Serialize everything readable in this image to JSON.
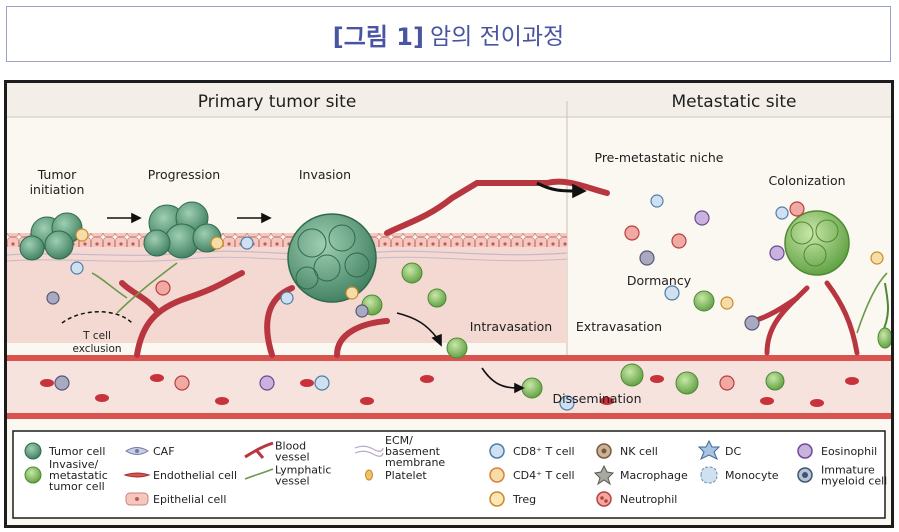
{
  "title": {
    "prefix": "[그림 1]",
    "text": "암의 전이과정"
  },
  "sections": {
    "primary": "Primary tumor site",
    "metastatic": "Metastatic site"
  },
  "stages": {
    "tumor_initiation_1": "Tumor",
    "tumor_initiation_2": "initiation",
    "progression": "Progression",
    "invasion": "Invasion",
    "pre_metastatic_niche": "Pre-metastatic niche",
    "colonization": "Colonization",
    "dormancy": "Dormancy",
    "intravasation": "Intravasation",
    "extravasation": "Extravasation",
    "dissemination": "Dissemination",
    "t_cell_exclusion_1": "T cell",
    "t_cell_exclusion_2": "exclusion"
  },
  "legend": [
    {
      "lines": [
        "Tumor cell"
      ],
      "icon": "tumor-cell-icon"
    },
    {
      "lines": [
        "Invasive/",
        "metastatic",
        "tumor cell"
      ],
      "icon": "invasive-tumor-cell-icon"
    },
    {
      "lines": [
        "CAF"
      ],
      "icon": "caf-icon"
    },
    {
      "lines": [
        "Endothelial cell"
      ],
      "icon": "endothelial-cell-icon"
    },
    {
      "lines": [
        "Epithelial cell"
      ],
      "icon": "epithelial-cell-icon"
    },
    {
      "lines": [
        "Blood",
        "vessel"
      ],
      "icon": "blood-vessel-icon"
    },
    {
      "lines": [
        "Lymphatic",
        "vessel"
      ],
      "icon": "lymphatic-vessel-icon"
    },
    {
      "lines": [
        "ECM/",
        "basement",
        "membrane"
      ],
      "icon": "ecm-icon"
    },
    {
      "lines": [
        "Platelet"
      ],
      "icon": "platelet-icon"
    },
    {
      "lines": [
        "CD8⁺ T cell"
      ],
      "icon": "cd8-t-cell-icon"
    },
    {
      "lines": [
        "CD4⁺ T cell"
      ],
      "icon": "cd4-t-cell-icon"
    },
    {
      "lines": [
        "Treg"
      ],
      "icon": "treg-icon"
    },
    {
      "lines": [
        "NK cell"
      ],
      "icon": "nk-cell-icon"
    },
    {
      "lines": [
        "Macrophage"
      ],
      "icon": "macrophage-icon"
    },
    {
      "lines": [
        "Neutrophil"
      ],
      "icon": "neutrophil-icon"
    },
    {
      "lines": [
        "DC"
      ],
      "icon": "dc-icon"
    },
    {
      "lines": [
        "Monocyte"
      ],
      "icon": "monocyte-icon"
    },
    {
      "lines": [
        "Eosinophil"
      ],
      "icon": "eosinophil-icon"
    },
    {
      "lines": [
        "Immature",
        "myeloid cell"
      ],
      "icon": "immature-myeloid-cell-icon"
    }
  ],
  "colors": {
    "title_blue": "#4a55a2",
    "tumor_green": "#5f9e7c",
    "invasive_green": "#8cc46a",
    "vessel_red": "#b8363f",
    "tissue_pink": "#f2d3cf",
    "endothelial_red": "#d9534f",
    "lymphatic_green": "#6c9a4a",
    "t_cell_blue": "#8fb6d9"
  }
}
